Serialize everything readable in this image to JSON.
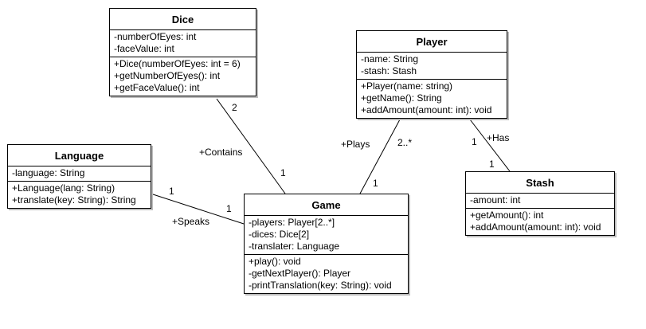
{
  "classes": {
    "dice": {
      "name": "Dice",
      "attributes": [
        "-numberOfEyes: int",
        "-faceValue: int"
      ],
      "operations": [
        "+Dice(numberOfEyes: int = 6)",
        "+getNumberOfEyes(): int",
        "+getFaceValue(): int"
      ]
    },
    "player": {
      "name": "Player",
      "attributes": [
        "-name: String",
        "-stash: Stash"
      ],
      "operations": [
        "+Player(name: string)",
        "+getName(): String",
        "+addAmount(amount: int): void"
      ]
    },
    "language": {
      "name": "Language",
      "attributes": [
        "-language: String"
      ],
      "operations": [
        "+Language(lang: String)",
        "+translate(key: String): String"
      ]
    },
    "game": {
      "name": "Game",
      "attributes": [
        "-players: Player[2..*]",
        "-dices: Dice[2]",
        "-translater: Language"
      ],
      "operations": [
        "+play(): void",
        "-getNextPlayer(): Player",
        "-printTranslation(key: String): void"
      ]
    },
    "stash": {
      "name": "Stash",
      "attributes": [
        "-amount: int"
      ],
      "operations": [
        "+getAmount(): int",
        "+addAmount(amount: int): void"
      ]
    }
  },
  "associations": {
    "contains": {
      "label": "+Contains",
      "dice_end": "2",
      "game_end": "1"
    },
    "plays": {
      "label": "+Plays",
      "player_end": "2..*",
      "game_end": "1"
    },
    "has": {
      "label": "+Has",
      "player_end": "1",
      "stash_end": "1"
    },
    "speaks": {
      "label": "+Speaks",
      "language_end": "1",
      "game_end": "1"
    }
  }
}
